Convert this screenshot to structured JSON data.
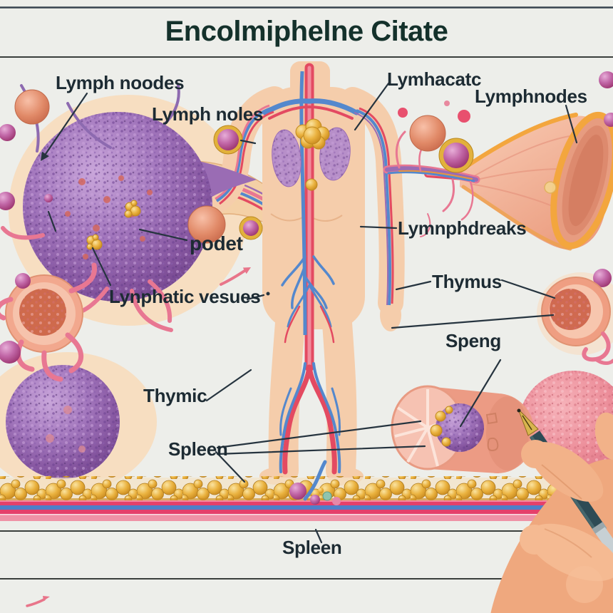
{
  "title": {
    "text": "Encolmiphelne Citate"
  },
  "labels": {
    "lymph_noodes": "Lymph noodes",
    "lymph_noles": "Lymph noles",
    "lymhacatc": "Lymhacatc",
    "lymphnodes": "Lymphnodes",
    "podet": "podet",
    "lymnphdreaks": "Lymnphdreaks",
    "lynphatic_vesues": "Lynphatic vesues",
    "thymus": "Thymus",
    "speng": "Speng",
    "thymic": "Thymic",
    "spleen_left": "Spleen",
    "spleen_bottom": "Spleen"
  },
  "palette": {
    "background": "#edeeea",
    "title_color": "#14312b",
    "label_color": "#1d2b33",
    "leader_line": "#26343f",
    "node_purple": "#a377bd",
    "halo_peach": "#f7dcbd",
    "body_skin": "#f5cdab",
    "vessel_red": "#e34a61",
    "vessel_blue": "#5488cd",
    "vessel_pink": "#e87792",
    "gold": "#eab23f",
    "funnel_pink": "#f3b49c",
    "funnel_rim": "#f3a63e",
    "band_red": "#e5406b",
    "band_blue": "#4f7fc9",
    "band_pink": "#ef92a6",
    "pen_barrel": "#2e4b55",
    "hand_skin": "#f2b289"
  }
}
